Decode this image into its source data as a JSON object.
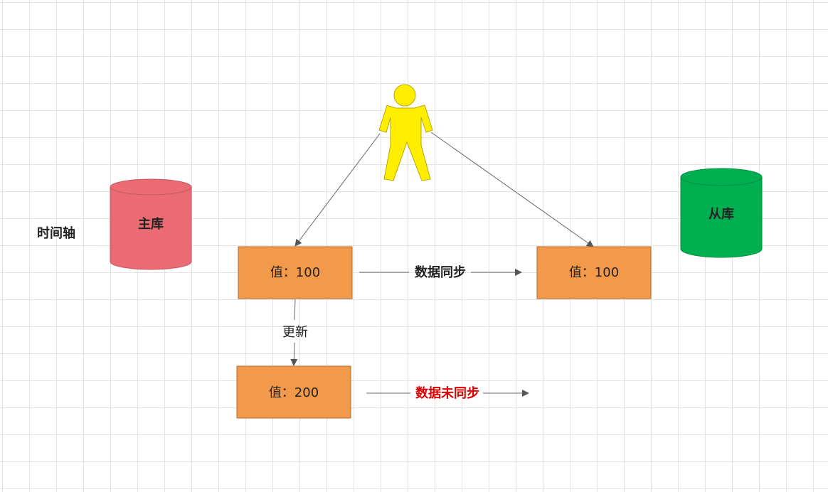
{
  "timeline_label": "时间轴",
  "databases": {
    "master": {
      "label": "主库",
      "color": "#ea6b73"
    },
    "slave": {
      "label": "从库",
      "color": "#00b050"
    }
  },
  "values": {
    "master_initial": "值：100",
    "slave_initial": "值：100",
    "master_updated": "值：200",
    "box_color": "#f2994a"
  },
  "edges": {
    "sync_label": "数据同步",
    "update_label": "更新",
    "not_synced_label": "数据未同步",
    "not_synced_color": "#e00000"
  },
  "user": {
    "icon": "person-icon",
    "color": "#ffee00"
  }
}
